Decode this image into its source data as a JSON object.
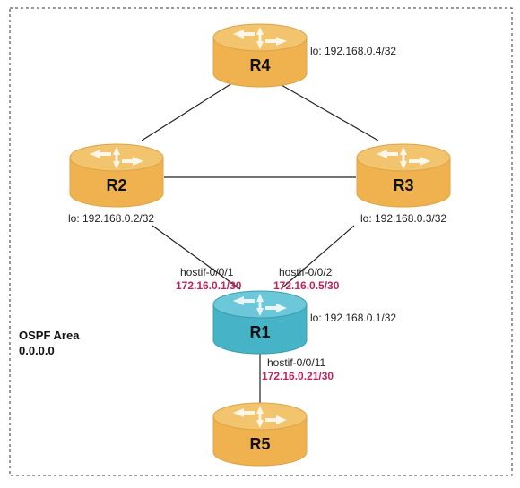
{
  "colors": {
    "router_top": "#f2c46d",
    "router_side": "#f0b24f",
    "router_edge": "#dca447",
    "router_hub_top": "#6cc8d8",
    "router_hub_side": "#46b3c6",
    "router_hub_edge": "#3a9fb1",
    "ip_text": "#c0245e",
    "link": "#222222",
    "border": "#333333"
  },
  "area": {
    "line1": "OSPF Area",
    "line2": "0.0.0.0"
  },
  "routers": [
    {
      "id": "R4",
      "label": "R4",
      "style": "orange",
      "icon": "router-icon"
    },
    {
      "id": "R2",
      "label": "R2",
      "style": "orange",
      "icon": "router-icon"
    },
    {
      "id": "R3",
      "label": "R3",
      "style": "orange",
      "icon": "router-icon"
    },
    {
      "id": "R1",
      "label": "R1",
      "style": "blue",
      "icon": "router-icon"
    },
    {
      "id": "R5",
      "label": "R5",
      "style": "orange",
      "icon": "router-icon"
    }
  ],
  "links": [
    {
      "from": "R4",
      "to": "R2"
    },
    {
      "from": "R4",
      "to": "R3"
    },
    {
      "from": "R2",
      "to": "R3"
    },
    {
      "from": "R2",
      "to": "R1"
    },
    {
      "from": "R3",
      "to": "R1"
    },
    {
      "from": "R1",
      "to": "R5"
    }
  ],
  "loopbacks": {
    "r4": "lo: 192.168.0.4/32",
    "r2": "lo: 192.168.0.2/32",
    "r3": "lo: 192.168.0.3/32",
    "r1": "lo: 192.168.0.1/32"
  },
  "interfaces": {
    "r1_to_r2": {
      "name": "hostif-0/0/1",
      "ip": "172.16.0.1/30"
    },
    "r1_to_r3": {
      "name": "hostif-0/0/2",
      "ip": "172.16.0.5/30"
    },
    "r1_to_r5": {
      "name": "hostif-0/0/11",
      "ip": "172.16.0.21/30"
    }
  }
}
